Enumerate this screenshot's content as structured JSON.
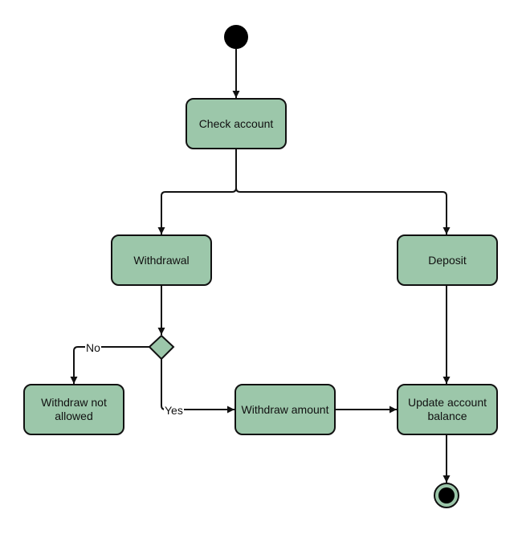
{
  "diagram": {
    "colors": {
      "node_fill": "#9cc7aa",
      "stroke": "#111111",
      "background": "#ffffff"
    },
    "nodes": {
      "check_account": "Check account",
      "withdrawal": "Withdrawal",
      "deposit": "Deposit",
      "withdraw_not_allowed": "Withdraw not allowed",
      "withdraw_amount": "Withdraw amount",
      "update_account_balance": "Update account balance"
    },
    "edge_labels": {
      "no": "No",
      "yes": "Yes"
    }
  }
}
